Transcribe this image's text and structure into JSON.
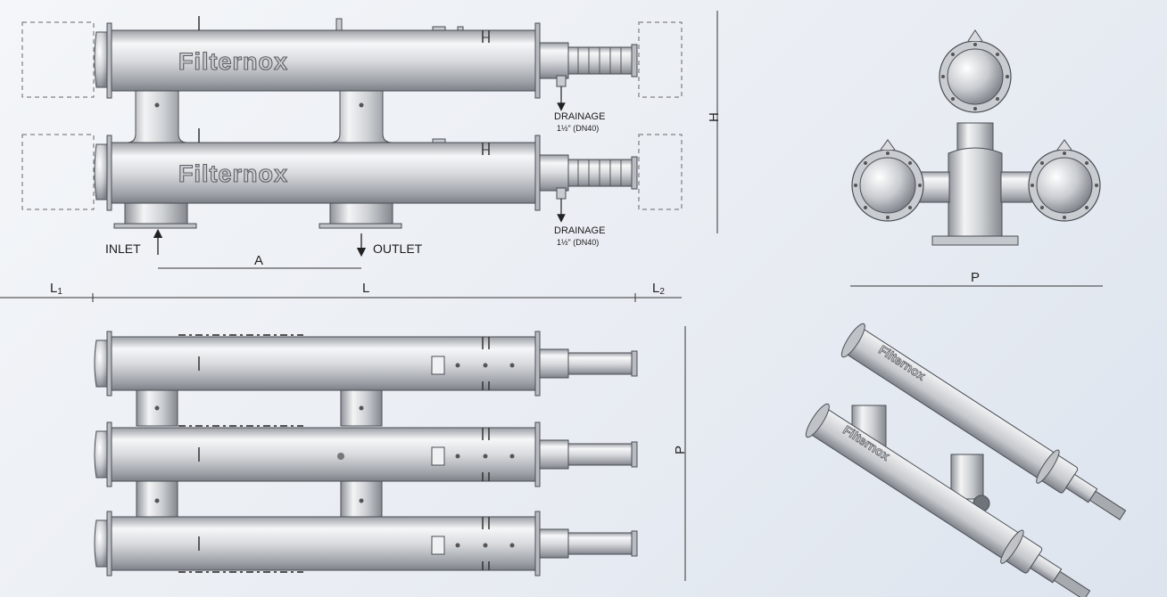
{
  "brand": "Filternox",
  "labels": {
    "inlet": "INLET",
    "outlet": "OUTLET",
    "drainage": "DRAINAGE",
    "drainage_size": "1½\" (DN40)"
  },
  "dimensions": {
    "A": "A",
    "H": "H",
    "L": "L",
    "L1": "L",
    "L1_sub": "1",
    "L2": "L",
    "L2_sub": "2",
    "P_front": "P",
    "P_side": "P"
  },
  "colors": {
    "steel_light": "#f4f5f6",
    "steel_mid": "#c3c6ca",
    "steel_dark": "#7d8188",
    "line": "#4a4e55",
    "background": "#e9edf3"
  }
}
